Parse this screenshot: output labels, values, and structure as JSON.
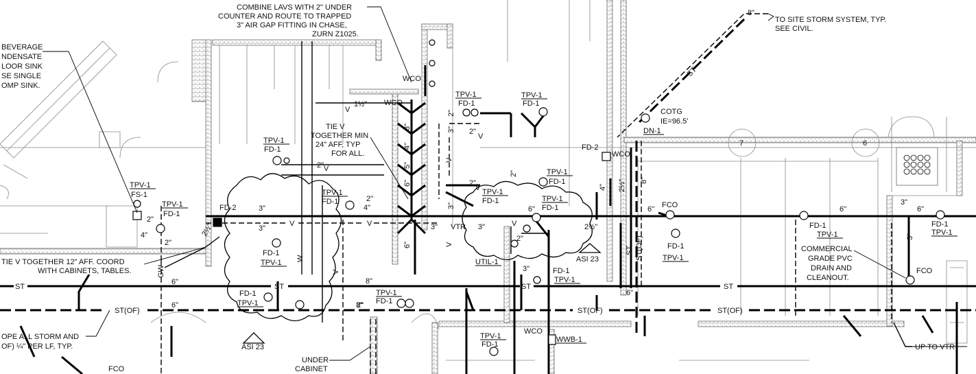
{
  "notes": {
    "combine_lavs": [
      "COMBINE LAVS WITH 2\" UNDER",
      "COUNTER AND ROUTE TO TRAPPED",
      "3\" AIR GAP FITTING IN CHASE,",
      "ZURN Z1025."
    ],
    "beverage": [
      "BEVERAGE",
      "NDENSATE",
      "LOOR SINK",
      "SE SINGLE",
      "OMP SINK."
    ],
    "tie_v_24": [
      "TIE V",
      "TOGETHER MIN",
      "24\" AFF, TYP",
      "FOR ALL."
    ],
    "tie_v_12": [
      "TIE V TOGETHER 12\" AFF. COORD",
      "WITH CABINETS, TABLES."
    ],
    "to_site": [
      "TO SITE STORM SYSTEM, TYP.",
      "SEE CIVIL."
    ],
    "cotg": [
      "COTG",
      "IE=96.5'"
    ],
    "commercial": [
      "COMMERCIAL",
      "GRADE PVC",
      "DRAIN AND",
      "CLEANOUT."
    ],
    "slope": [
      "OPE ALL STORM AND",
      "OF) ¼\" PER LF, TYP."
    ],
    "under_cabinet": [
      "UNDER",
      "CABINET"
    ],
    "up_to_vtr": "UP TO VTR"
  },
  "tags": {
    "tpv1": "TPV-1",
    "fd1": "FD-1",
    "fs1": "FS-1",
    "fd2": "FD-2",
    "dn1": "DN-1",
    "wco": "WCO",
    "fco": "FCO",
    "vtr": "VTR",
    "util1": "UTIL-1",
    "wwb1": "WWB-1",
    "asi23": "ASI 23"
  },
  "pipe_labels": {
    "st": "ST",
    "st_of": "ST(OF)",
    "v": "V",
    "w": "W",
    "gw": "GW",
    "d2": "2\"",
    "d3": "3\"",
    "d4": "4\"",
    "d6": "6\"",
    "d8": "8\"",
    "d1h": "1½\"",
    "d2h": "2½\"",
    "d5": "5\""
  },
  "grid_markers": [
    "7",
    "6"
  ],
  "colors": {
    "line": "#000000",
    "wall": "#666666",
    "background": "#ffffff"
  }
}
